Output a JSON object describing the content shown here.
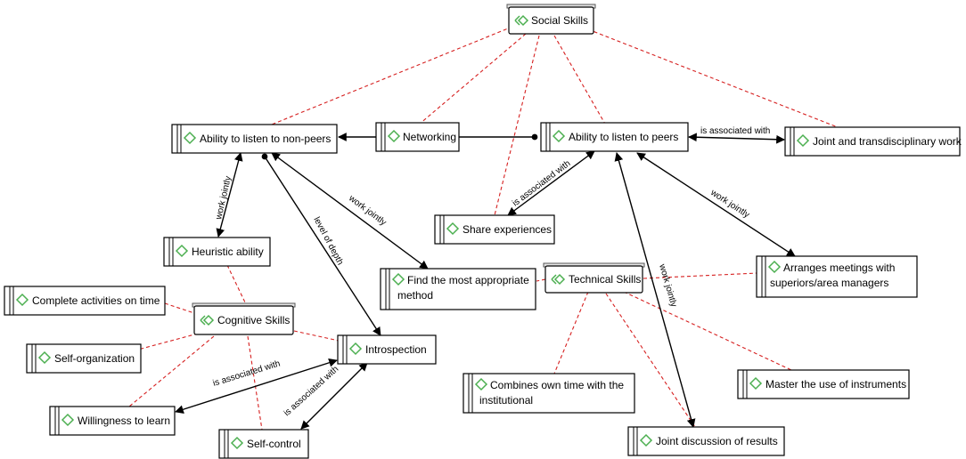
{
  "colors": {
    "icon_green": "#4caf50",
    "relation_red": "#d62020",
    "border": "#000000"
  },
  "icon_name": "code-diamond-icon",
  "nodes": {
    "social_skills": "Social Skills",
    "ability_non_peers": "Ability to listen to non-peers",
    "networking": "Networking",
    "ability_peers": "Ability to listen to peers",
    "joint_transdisciplinary": "Joint and transdisciplinary work",
    "share_experiences": "Share experiences",
    "heuristic_ability": "Heuristic ability",
    "find_method_1": "Find the most appropriate",
    "find_method_2": "method",
    "technical_skills": "Technical Skills",
    "arranges_meetings_1": "Arranges meetings with",
    "arranges_meetings_2": "superiors/area managers",
    "complete_activities": "Complete activities on time",
    "cognitive_skills": "Cognitive Skills",
    "introspection": "Introspection",
    "self_organization": "Self-organization",
    "combines_time_1": "Combines own time with the",
    "combines_time_2": "institutional",
    "master_instruments": "Master the use of instruments",
    "willingness_learn": "Willingness to learn",
    "self_control": "Self-control",
    "joint_discussion": "Joint discussion of results"
  },
  "edge_labels": {
    "is_associated_with": "is associated with",
    "work_jointly": "work jointly",
    "level_of_depth": "level of depth"
  }
}
